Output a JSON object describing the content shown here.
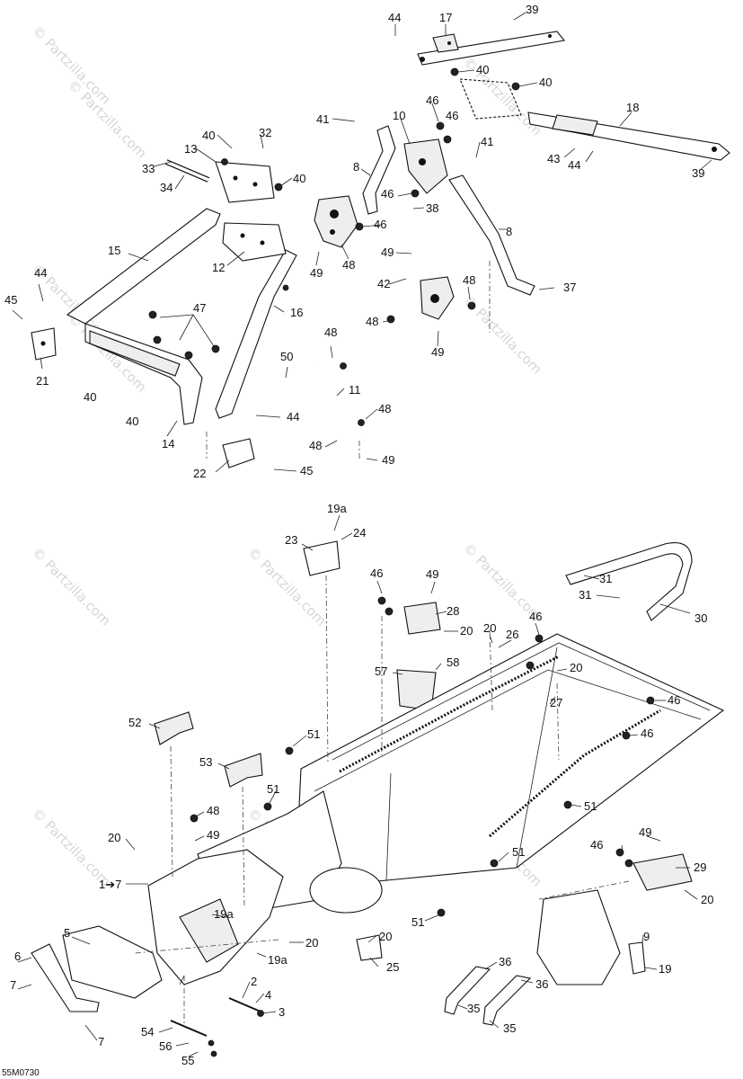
{
  "diagram_code": "55M0730",
  "watermarks": [
    "© Partzilla.com",
    "© Partzilla.com",
    "© Partzilla.com",
    "© Partzilla.com",
    "© Partzilla.com",
    "© Partzilla.com",
    "© Partzilla.com",
    "© Partzilla.com",
    "© Partzilla.com",
    "© Partzilla.com",
    "© Partzilla.com",
    "© Partzilla.com"
  ],
  "callouts": [
    "44",
    "17",
    "39",
    "40",
    "40",
    "46",
    "10",
    "46",
    "41",
    "18",
    "40",
    "32",
    "13",
    "33",
    "34",
    "40",
    "8",
    "41",
    "43",
    "44",
    "39",
    "46",
    "38",
    "46",
    "15",
    "12",
    "49",
    "48",
    "8",
    "49",
    "44",
    "45",
    "47",
    "42",
    "48",
    "37",
    "16",
    "48",
    "49",
    "50",
    "48",
    "21",
    "40",
    "11",
    "40",
    "44",
    "48",
    "14",
    "48",
    "49",
    "22",
    "45",
    "19a",
    "24",
    "23",
    "46",
    "49",
    "28",
    "31",
    "20",
    "20",
    "26",
    "46",
    "31",
    "30",
    "58",
    "57",
    "20",
    "27",
    "46",
    "52",
    "51",
    "46",
    "53",
    "51",
    "51",
    "48",
    "49",
    "20",
    "1➔7",
    "51",
    "46",
    "49",
    "29",
    "5",
    "19a",
    "20",
    "20",
    "20",
    "6",
    "51",
    "9",
    "7",
    "25",
    "19a",
    "19",
    "36",
    "2",
    "36",
    "4",
    "35",
    "3",
    "35",
    "7",
    "54",
    "56",
    "55"
  ]
}
